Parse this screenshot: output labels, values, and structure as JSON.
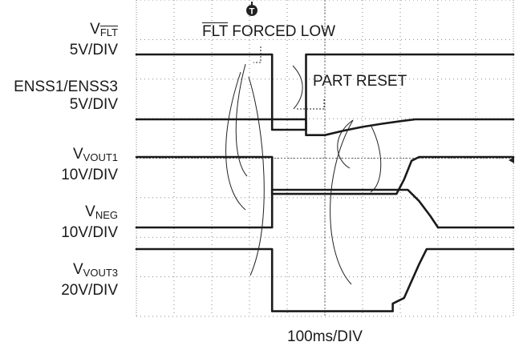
{
  "chart_data": {
    "type": "line",
    "xlabel": "100ms/DIV",
    "annotations": [
      {
        "text_prefix": "",
        "text_over": "FLT",
        "text_suffix": " FORCED LOW"
      },
      {
        "text": "PART RESET"
      }
    ],
    "trigger_marker": "T",
    "channels": [
      {
        "name": "V",
        "sub": "FLT",
        "sub_overline": true,
        "scale": "5V/DIV",
        "trace": [
          [
            0,
            0
          ],
          [
            3.6,
            0
          ],
          [
            3.6,
            -2
          ],
          [
            4.5,
            -2
          ],
          [
            4.5,
            0
          ],
          [
            10,
            0
          ]
        ]
      },
      {
        "name": "ENSS1/ENSS3",
        "sub": "",
        "sub_overline": false,
        "scale": "5V/DIV",
        "trace": [
          [
            0,
            0
          ],
          [
            4.5,
            0
          ],
          [
            4.5,
            -0.42
          ],
          [
            5,
            -0.42
          ],
          [
            5.5,
            -0.3
          ],
          [
            6,
            -0.2
          ],
          [
            6.5,
            -0.12
          ],
          [
            7,
            -0.05
          ],
          [
            7.4,
            0
          ],
          [
            10,
            0
          ]
        ]
      },
      {
        "name": "V",
        "sub": "VOUT1",
        "sub_overline": false,
        "scale": "10V/DIV",
        "trace": [
          [
            0,
            0
          ],
          [
            3.6,
            0
          ],
          [
            3.6,
            -0.98
          ],
          [
            6.9,
            -0.98
          ],
          [
            7.1,
            -0.6
          ],
          [
            7.3,
            -0.1
          ],
          [
            7.5,
            0
          ],
          [
            10,
            0
          ]
        ]
      },
      {
        "name": "V",
        "sub": "NEG",
        "sub_overline": false,
        "scale": "10V/DIV",
        "trace": [
          [
            0,
            0
          ],
          [
            3.6,
            0
          ],
          [
            3.6,
            1
          ],
          [
            7.2,
            1
          ],
          [
            7.5,
            0.7
          ],
          [
            7.8,
            0.3
          ],
          [
            8.0,
            0
          ],
          [
            10,
            0
          ]
        ]
      },
      {
        "name": "V",
        "sub": "VOUT3",
        "sub_overline": false,
        "scale": "20V/DIV",
        "trace": [
          [
            0,
            0
          ],
          [
            3.6,
            0
          ],
          [
            3.6,
            -1.65
          ],
          [
            6.8,
            -1.65
          ],
          [
            6.8,
            -1.45
          ],
          [
            7.1,
            -1.3
          ],
          [
            7.5,
            -0.4
          ],
          [
            7.7,
            0
          ],
          [
            10,
            0
          ]
        ]
      }
    ]
  }
}
